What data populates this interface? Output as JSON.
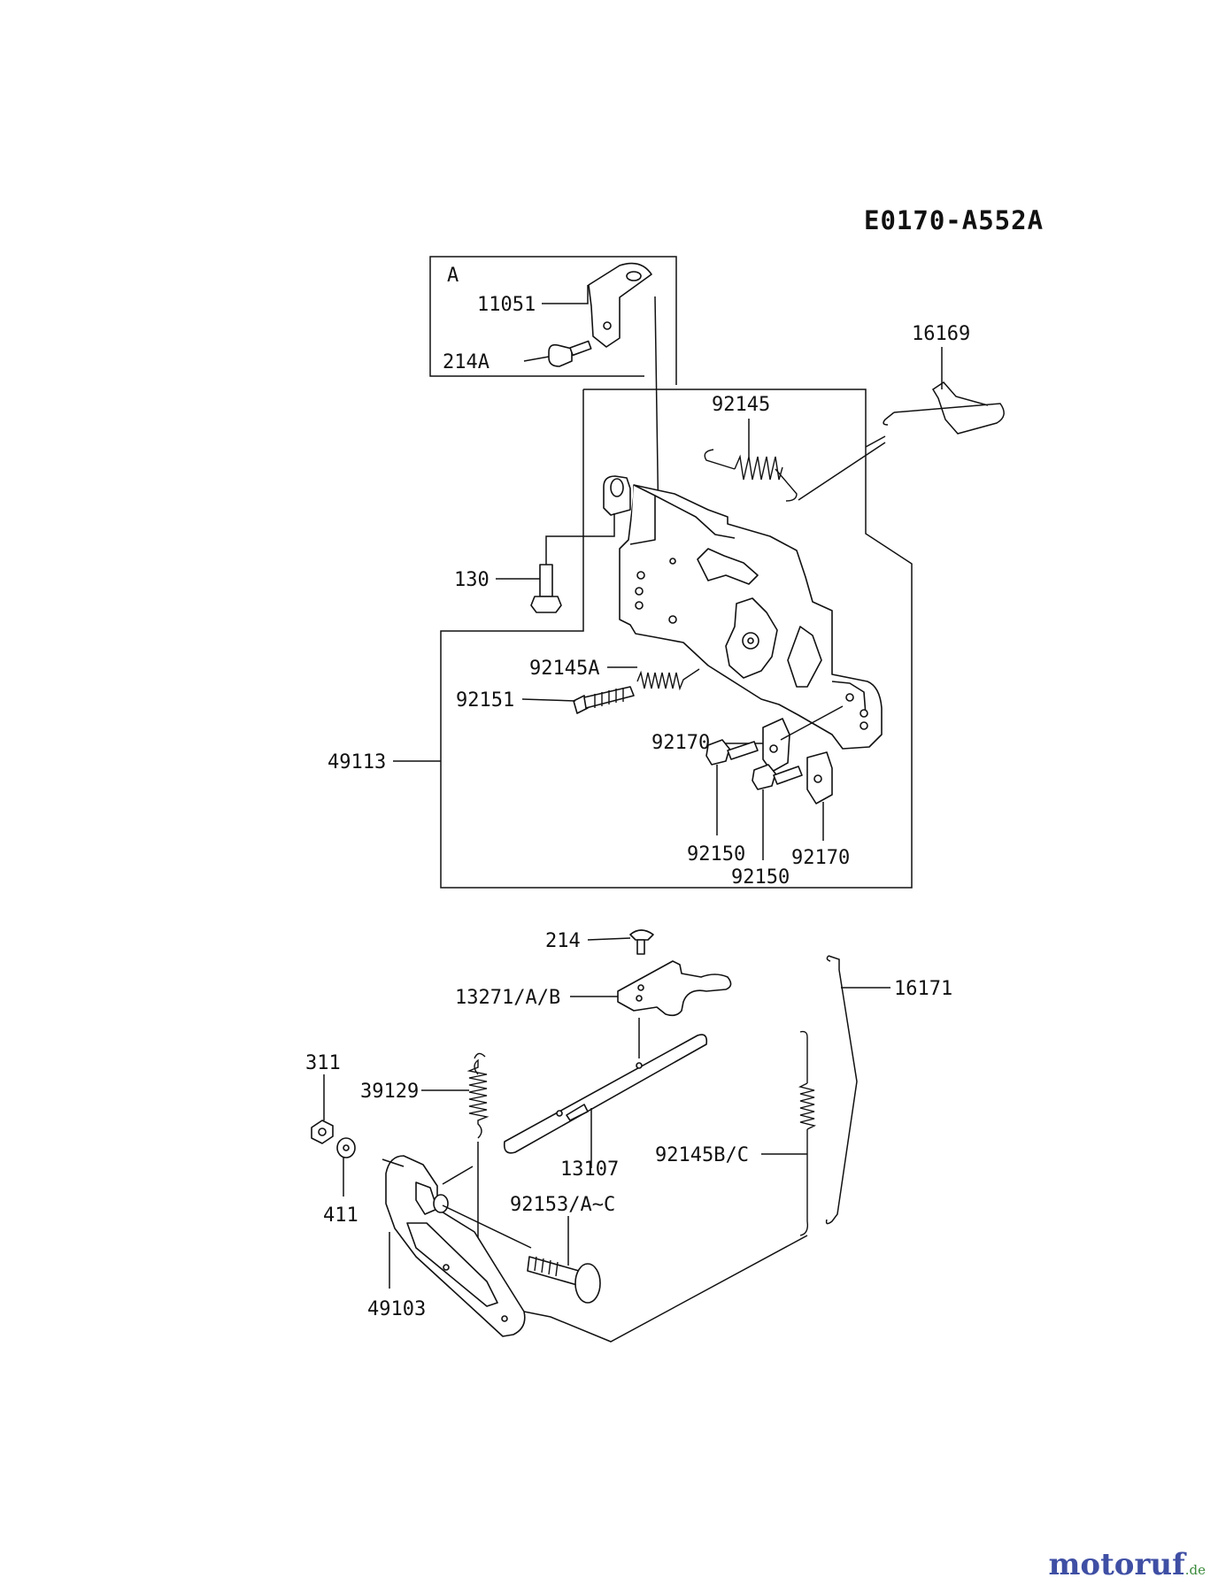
{
  "diagram_code": "E0170-A552A",
  "inset_label": "A",
  "part_labels": {
    "p11051": "11051",
    "p214A": "214A",
    "p16169": "16169",
    "p92145": "92145",
    "p130": "130",
    "p92145A": "92145A",
    "p92151": "92151",
    "p49113": "49113",
    "p92170a": "92170",
    "p92150a": "92150",
    "p92150b": "92150",
    "p92170b": "92170",
    "p214": "214",
    "p13271": "13271/A/B",
    "p16171": "16171",
    "p311": "311",
    "p39129": "39129",
    "p13107": "13107",
    "p92145BC": "92145B/C",
    "p411": "411",
    "p92153": "92153/A~C",
    "p49103": "49103"
  },
  "watermark": {
    "brand": "motoruf",
    "tld": ".de"
  }
}
